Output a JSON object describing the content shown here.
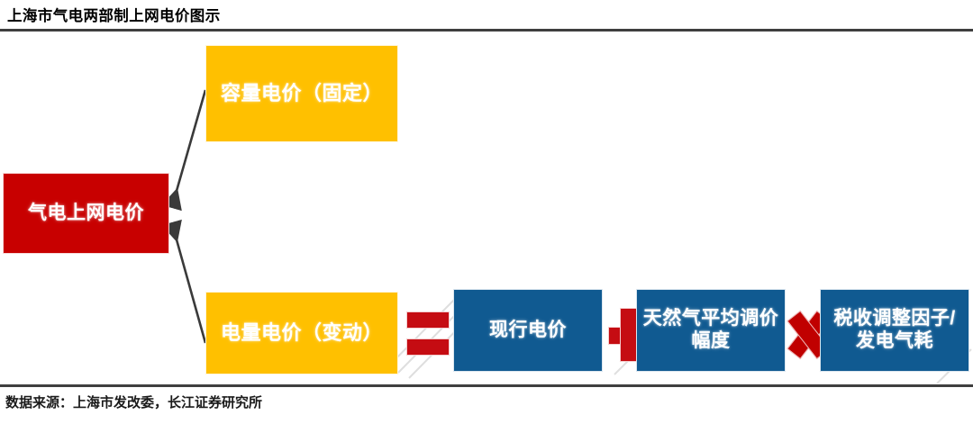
{
  "header": {
    "title": "上海市气电两部制上网电价图示"
  },
  "footer": {
    "source": "数据来源：上海市发改委，长江证券研究所"
  },
  "diagram": {
    "type": "flow-diagram",
    "nodes": [
      {
        "id": "source",
        "label": "气电上网电价",
        "color": "#c80000",
        "role": "root"
      },
      {
        "id": "capacity",
        "label": "容量电价（固定）",
        "color": "#ffc000",
        "role": "component"
      },
      {
        "id": "energy",
        "label": "电量电价（变动）",
        "color": "#ffc000",
        "role": "component"
      },
      {
        "id": "current_price",
        "label": "现行电价",
        "color": "#105a91",
        "role": "term"
      },
      {
        "id": "gas_adjust",
        "label": "天然气平均调价幅度",
        "color": "#105a91",
        "role": "term"
      },
      {
        "id": "tax_factor",
        "label": "税收调整因子/发电气耗",
        "color": "#105a91",
        "role": "term"
      }
    ],
    "operators": [
      {
        "id": "equals",
        "symbol": "=",
        "color": "#c50c12"
      },
      {
        "id": "plus",
        "symbol": "+",
        "color": "#c50c12"
      },
      {
        "id": "multiply",
        "symbol": "×",
        "color": "#c00000"
      }
    ],
    "connectors": [
      {
        "from": "capacity",
        "to": "source",
        "style": "arrow"
      },
      {
        "from": "energy",
        "to": "source",
        "style": "arrow"
      }
    ],
    "equation": "电量电价（变动） = 现行电价 + 天然气平均调价幅度 × 税收调整因子/发电气耗"
  },
  "colors": {
    "red": "#c80000",
    "yellow": "#ffc000",
    "blue": "#105a91",
    "operator_red": "#c50c12",
    "rule": "#3f3f3f",
    "text_on_fill": "#ffffff",
    "background": "#ffffff"
  }
}
